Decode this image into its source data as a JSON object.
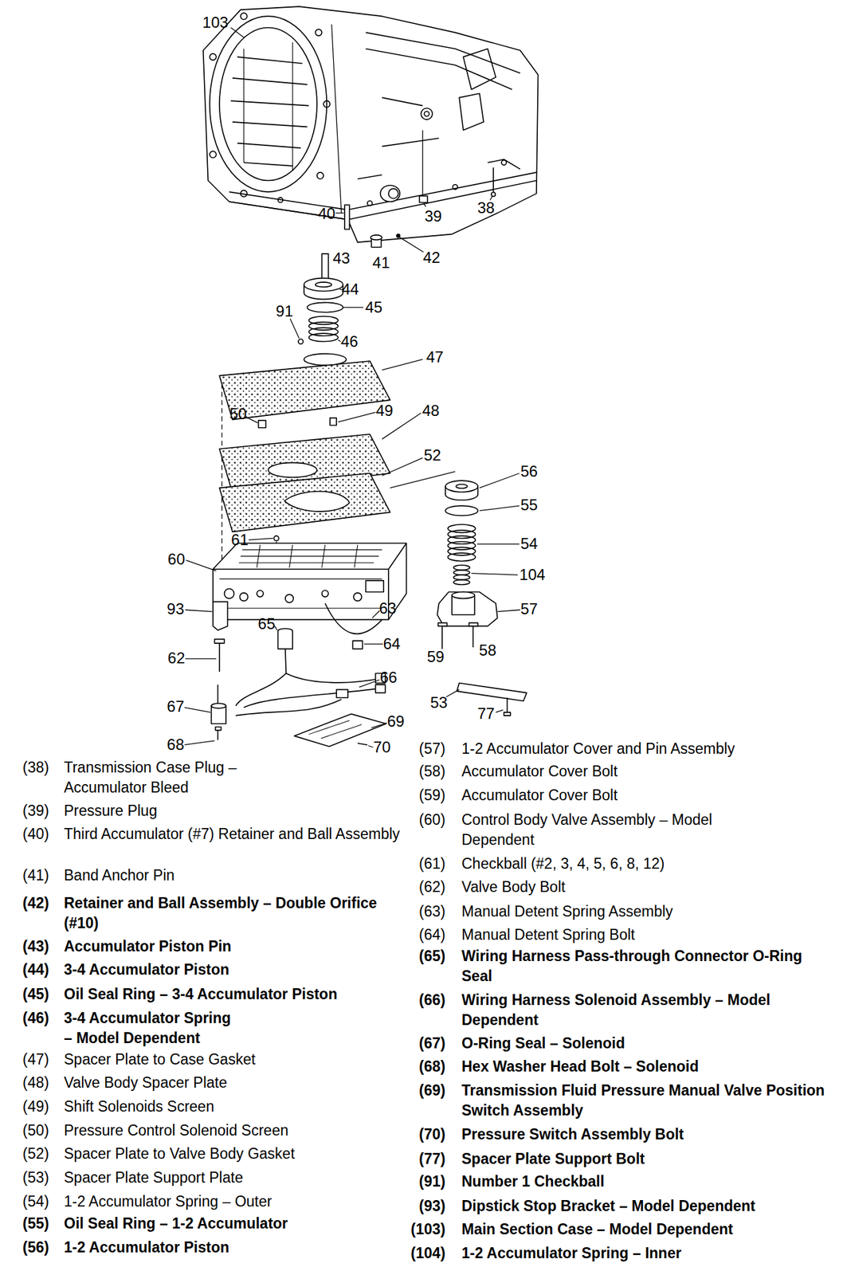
{
  "diagram": {
    "labels": [
      "103",
      "40",
      "39",
      "38",
      "41",
      "42",
      "43",
      "44",
      "45",
      "91",
      "46",
      "47",
      "50",
      "49",
      "48",
      "52",
      "56",
      "55",
      "54",
      "104",
      "61",
      "60",
      "93",
      "63",
      "65",
      "64",
      "62",
      "57",
      "59",
      "58",
      "66",
      "67",
      "53",
      "77",
      "69",
      "68",
      "70",
      "(38)",
      "Transmission Case Plug – Accumulator Bleed",
      "(39)",
      "Pressure Plug",
      "(40)",
      "Third Accumulator (#7) Retainer and Ball Assembly",
      "(41)",
      "Band Anchor Pin",
      "(42)",
      "Retainer and Ball Assembly – Double Orifice (#10)",
      "(43)",
      "Accumulator Piston Pin",
      "(44)",
      "3-4 Accumulator Piston",
      "(45)",
      "Oil Seal Ring – 3-4 Accumulator Piston",
      "(46)",
      "3-4 Accumulator Spring – Model Dependent",
      "(47)",
      "Spacer Plate to Case Gasket",
      "(48)",
      "Valve Body Spacer Plate",
      "(49)",
      "Shift Solenoids Screen",
      "(50)",
      "Pressure Control Solenoid Screen",
      "(52)",
      "Spacer Plate to Valve Body Gasket",
      "(53)",
      "Spacer Plate Support Plate",
      "(54)",
      "1-2 Accumulator Spring – Outer",
      "(55)",
      "Oil Seal Ring – 1-2 Accumulator",
      "(56)",
      "1-2 Accumulator Piston",
      "(57)",
      "1-2 Accumulator Cover and Pin Assembly",
      "(58)",
      "Accumulator Cover Bolt",
      "(59)",
      "Accumulator Cover Bolt",
      "(60)",
      "Control Body Valve Assembly – Model Dependent",
      "(61)",
      "Checkball (#2, 3, 4, 5, 6, 8, 12)",
      "(62)",
      "Valve Body Bolt",
      "(63)",
      "Manual Detent Spring Assembly",
      "(64)",
      "Manual Detent Spring Bolt",
      "(65)",
      "Wiring Harness Pass-through Connector O-Ring Seal",
      "(66)",
      "Wiring Harness Solenoid Assembly – Model Dependent",
      "(67)",
      "O-Ring Seal – Solenoid",
      "(68)",
      "Hex Washer Head Bolt – Solenoid",
      "(69)",
      "Transmission Fluid Pressure Manual Valve Position Switch Assembly",
      "(70)",
      "Pressure Switch Assembly Bolt",
      "(77)",
      "Spacer Plate Support Bolt",
      "(91)",
      "Number 1 Checkball",
      "(93)",
      "Dipstick Stop Bracket – Model Dependent",
      "(103)",
      "Main Section Case – Model Dependent",
      "(104)",
      "1-2 Accumulator Spring – Inner"
    ]
  }
}
